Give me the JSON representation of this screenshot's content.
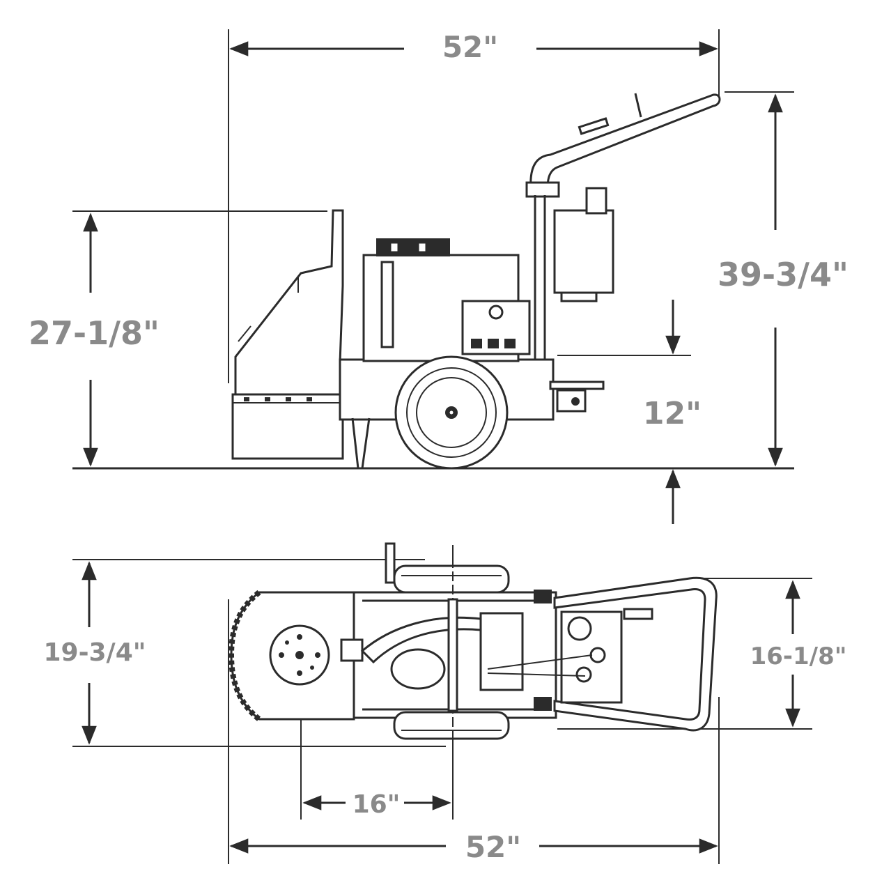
{
  "side_view": {
    "overall_length": "52\"",
    "overall_height": "39-3/4\"",
    "deck_height": "27-1/8\"",
    "cutting_depth": "12\""
  },
  "top_view": {
    "overall_width": "19-3/4\"",
    "handle_width": "16-1/8\"",
    "blade_to_axle": "16\"",
    "overall_length": "52\""
  },
  "colors": {
    "line": "#2b2b2b",
    "dimension_text": "#8a8a8a",
    "background": "#ffffff"
  }
}
